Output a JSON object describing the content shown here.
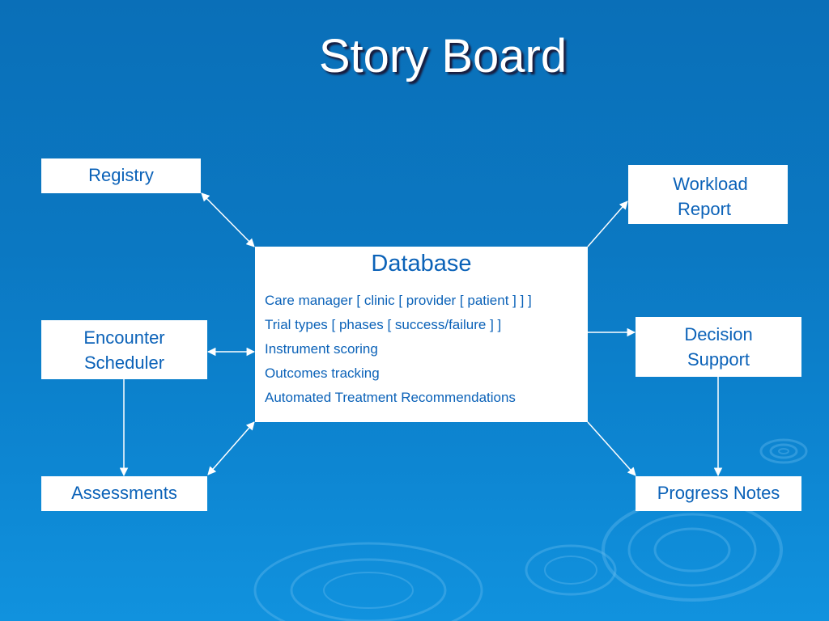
{
  "slide": {
    "title": "Story Board"
  },
  "diagram": {
    "nodes": {
      "registry": {
        "lines": [
          "Registry"
        ]
      },
      "workload_report": {
        "lines": [
          "Workload",
          "Report"
        ]
      },
      "encounter_scheduler": {
        "lines": [
          "Encounter",
          "Scheduler"
        ]
      },
      "decision_support": {
        "lines": [
          "Decision",
          "Support"
        ]
      },
      "assessments": {
        "lines": [
          "Assessments"
        ]
      },
      "progress_notes": {
        "lines": [
          "Progress Notes"
        ]
      },
      "database": {
        "title": "Database",
        "items": [
          "Care manager [ clinic [ provider [ patient ] ] ]",
          "Trial types [ phases [ success/failure ] ]",
          "Instrument scoring",
          "Outcomes tracking",
          "Automated Treatment Recommendations"
        ]
      }
    },
    "edges": [
      {
        "from": "registry",
        "to": "database",
        "direction": "both"
      },
      {
        "from": "encounter_scheduler",
        "to": "database",
        "direction": "both"
      },
      {
        "from": "assessments",
        "to": "database",
        "direction": "both"
      },
      {
        "from": "encounter_scheduler",
        "to": "assessments",
        "direction": "forward"
      },
      {
        "from": "database",
        "to": "workload_report",
        "direction": "forward"
      },
      {
        "from": "database",
        "to": "decision_support",
        "direction": "forward"
      },
      {
        "from": "database",
        "to": "progress_notes",
        "direction": "forward"
      },
      {
        "from": "decision_support",
        "to": "progress_notes",
        "direction": "forward"
      }
    ],
    "colors": {
      "background_top": "#0a6fb8",
      "background_bottom": "#1192de",
      "box_fill": "#ffffff",
      "box_text": "#0b62b8",
      "arrow": "#ffffff"
    }
  }
}
